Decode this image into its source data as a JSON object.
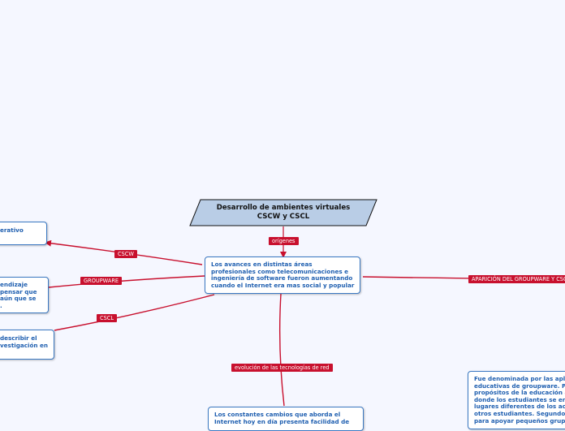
{
  "colors": {
    "background": "#f5f7ff",
    "root_fill": "#b9cde6",
    "connector": "#c8102e",
    "node_border": "#3a78c2",
    "node_text": "#1f5fb0"
  },
  "root": {
    "line1": "Desarrollo de ambientes virtuales",
    "line2": "CSCW y CSCL"
  },
  "labels": {
    "origenes": "orígenes",
    "cscw": "CSCW",
    "groupware": "GROUPWARE",
    "cscl": "CSCL",
    "aparicion": "APARICIÓN DEL GROUPWARE Y CSCL",
    "evolucion": "evolución de las tecnologías de red"
  },
  "nodes": {
    "central": [
      "Los avances en distintas áreas",
      "profesionales como telecomunicaciones e",
      "ingeniería de software fueron aumentando",
      "cuando el Internet era mas social y popular"
    ],
    "left_top": [
      "erativo"
    ],
    "left_mid": [
      "endizaje",
      "pensar que",
      "aún que se",
      "."
    ],
    "left_bottom": [
      "describir el",
      "vestigación en"
    ],
    "bottom": [
      "Los constantes cambios que aborda el",
      "Internet hoy en día presenta facilidad de"
    ],
    "right_bottom": [
      "Fue denominada por las apli",
      "educativas de groupware. Pr",
      "propósitos de la educación a",
      "donde los estudiantes se enc",
      "lugares diferentes de los aca",
      "otros estudiantes. Segundo,",
      "para apoyar pequeños grup"
    ]
  }
}
